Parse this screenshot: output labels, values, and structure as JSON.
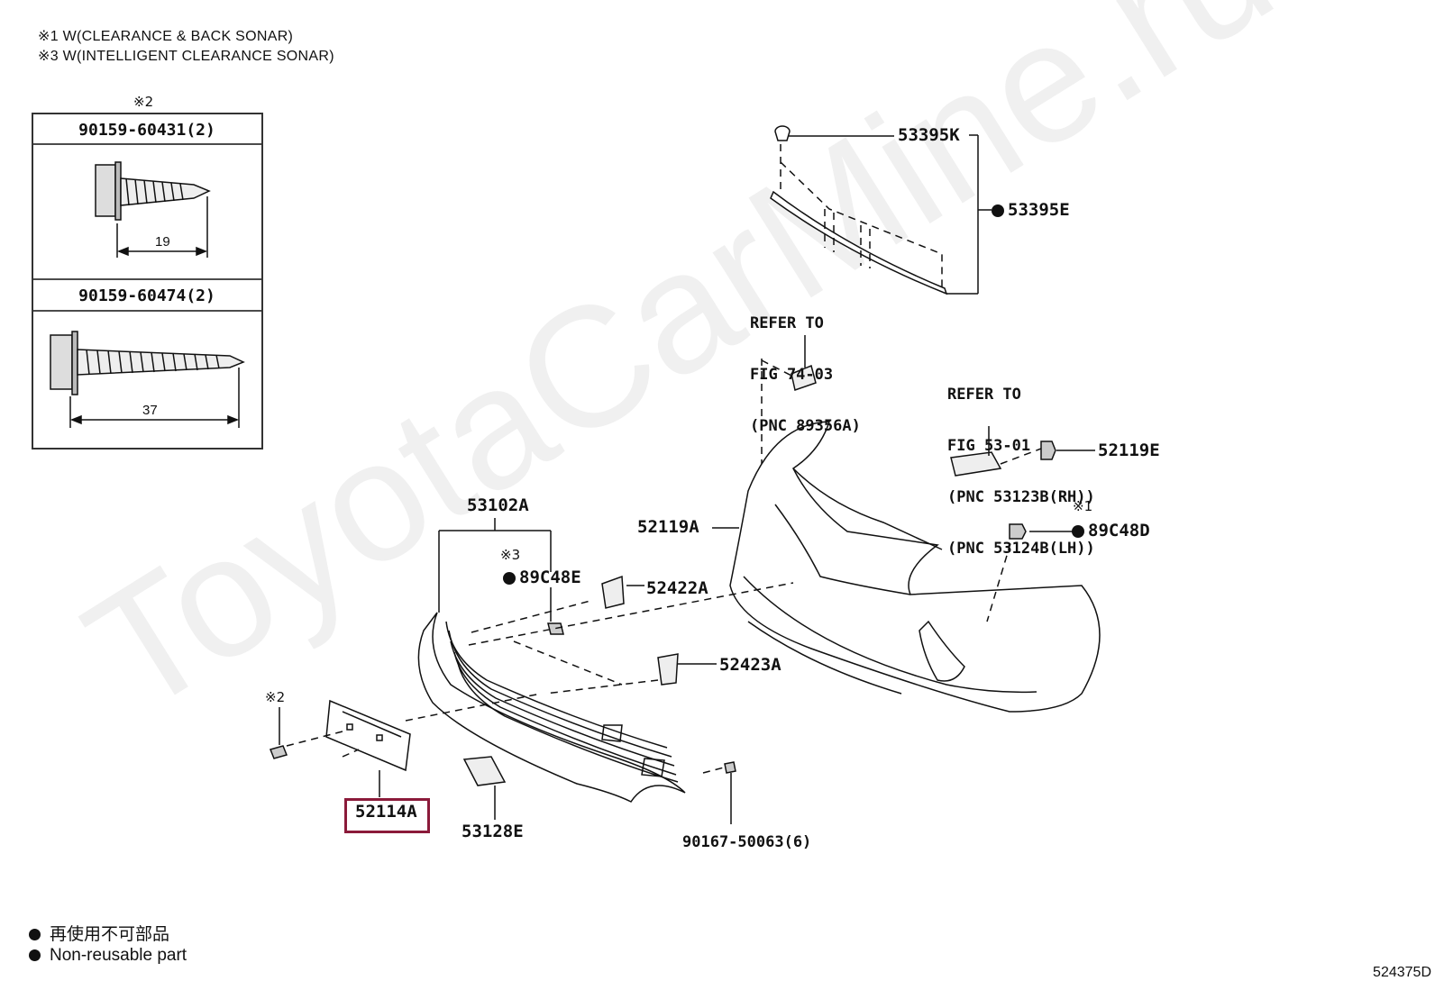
{
  "notes": {
    "n1": "※1 W(CLEARANCE & BACK SONAR)",
    "n3": "※3 W(INTELLIGENT CLEARANCE SONAR)"
  },
  "screw_box": {
    "mark": "※2",
    "part1": "90159-60431(2)",
    "dim1": "19",
    "part2": "90159-60474(2)",
    "dim2": "37"
  },
  "labels": {
    "p53395K": "53395K",
    "p53395E": "53395E",
    "ref1_l1": "REFER TO",
    "ref1_l2": "FIG 74-03",
    "ref1_l3": "(PNC 89356A)",
    "ref2_l1": "REFER TO",
    "ref2_l2": "FIG 53-01",
    "ref2_l3": "(PNC 53123B(RH))",
    "ref2_l4": "(PNC 53124B(LH))",
    "p52119E": "52119E",
    "p52119A": "52119A",
    "p53102A": "53102A",
    "mark1": "※1",
    "p89C48D": "89C48D",
    "mark3": "※3",
    "p89C48E": "89C48E",
    "p52422A": "52422A",
    "p52423A": "52423A",
    "mark2b": "※2",
    "p52114A": "52114A",
    "p53128E": "53128E",
    "p90167": "90167-50063(6)"
  },
  "legend": {
    "jp": "再使用不可部品",
    "en": "Non-reusable part"
  },
  "figure_number": "524375D",
  "watermark": "ToyotaCarMine.ru",
  "colors": {
    "highlight": "#8b1a3a",
    "line": "#111111"
  }
}
